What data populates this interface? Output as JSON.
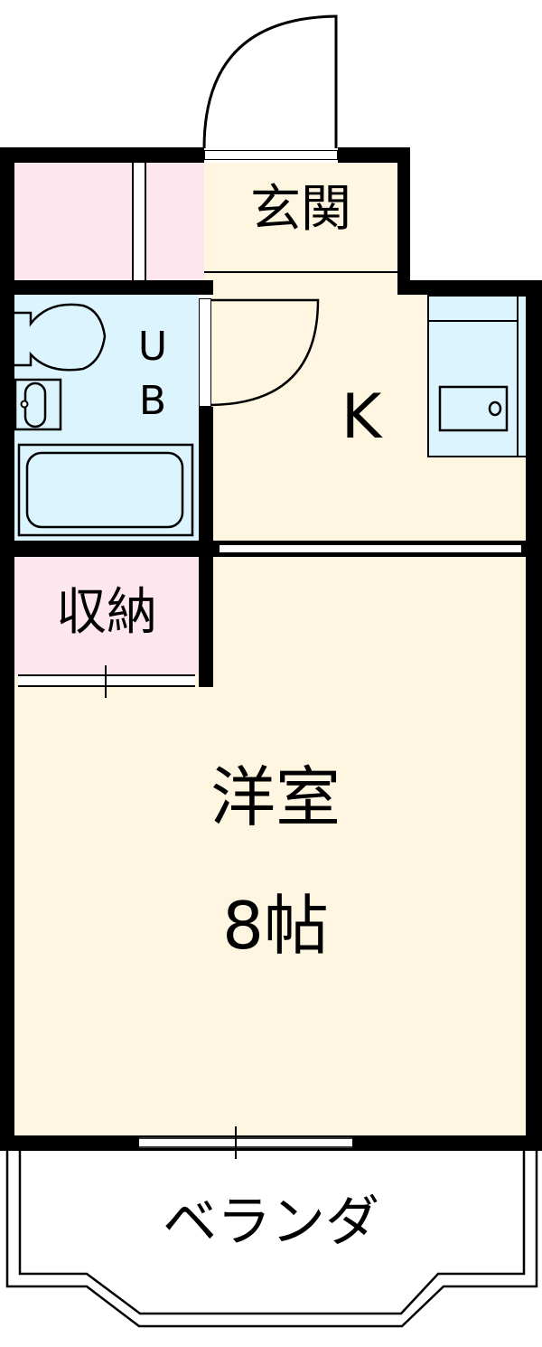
{
  "floorplan": {
    "rooms": {
      "entrance": {
        "label": "玄関",
        "color": "#fef6e1"
      },
      "unit_bath": {
        "label_line1": "U",
        "label_line2": "B",
        "color": "#dcf4fd"
      },
      "kitchen": {
        "label": "K",
        "color": "#fef6e1"
      },
      "storage": {
        "label": "収納",
        "color": "#fde6ee"
      },
      "western_room": {
        "label_line1": "洋室",
        "label_line2": "8帖",
        "color": "#fef6e1"
      },
      "veranda": {
        "label": "ベランダ",
        "color": "#ffffff"
      },
      "shoe_closet": {
        "color": "#fde6ee"
      },
      "kitchen_counter": {
        "color": "#dcf4fd"
      }
    },
    "colors": {
      "wall": "#000000",
      "pink": "#fde6ee",
      "blue": "#dcf4fd",
      "cream": "#fef6e1"
    }
  }
}
